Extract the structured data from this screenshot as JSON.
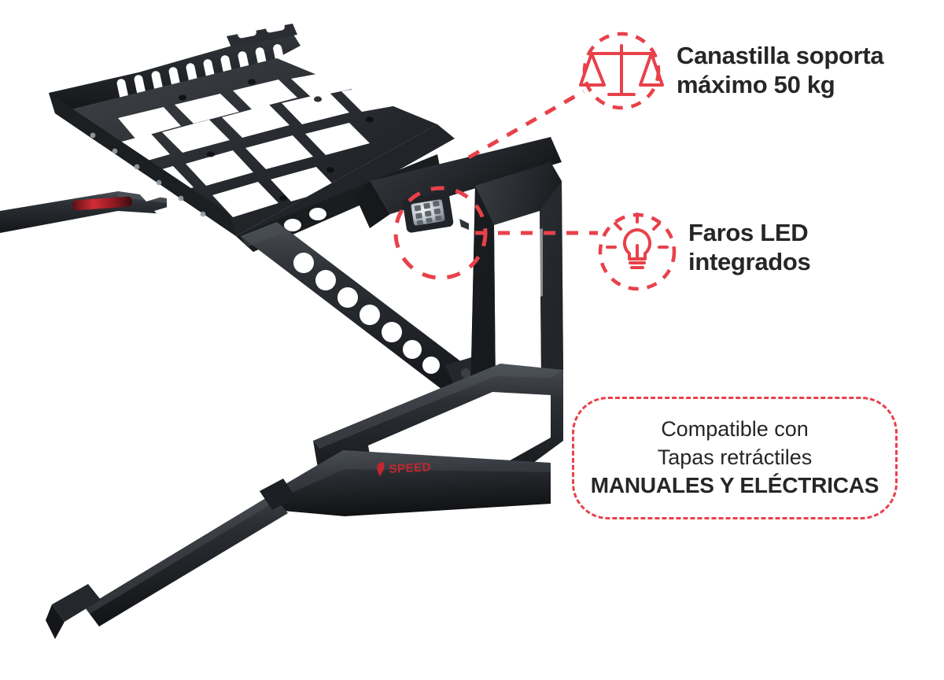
{
  "palette": {
    "accent_red": "#e8414a",
    "text_dark": "#262626",
    "background": "#ffffff",
    "product_black": "#1e2023",
    "logo_red": "#c1272d"
  },
  "product": {
    "name": "truck-bed-rack-with-basket",
    "logo_label": "SPEED",
    "parts": {
      "basket": "cargo-basket",
      "support_arm": "diagonal-support-arm",
      "side_rail": "side-rail",
      "led_pod": "led-light-pod",
      "led_strip": "red-led-strip",
      "base_bar": "horizontal-base-bar",
      "tail_tube": "extension-tube"
    }
  },
  "callouts": [
    {
      "id": "capacity",
      "icon": "balance-scale-icon",
      "lines": [
        "Canastilla soporta",
        "máximo 50 kg"
      ],
      "target": "basket-corner"
    },
    {
      "id": "led",
      "icon": "lightbulb-icon",
      "lines": [
        "Faros LED",
        "integrados"
      ],
      "target": "led-light-pod"
    }
  ],
  "compat_box": {
    "lines": [
      {
        "text": "Compatible con",
        "bold": false
      },
      {
        "text": "Tapas retráctiles",
        "bold": false
      },
      {
        "text": "MANUALES Y ELÉCTRICAS",
        "bold": true
      }
    ]
  }
}
